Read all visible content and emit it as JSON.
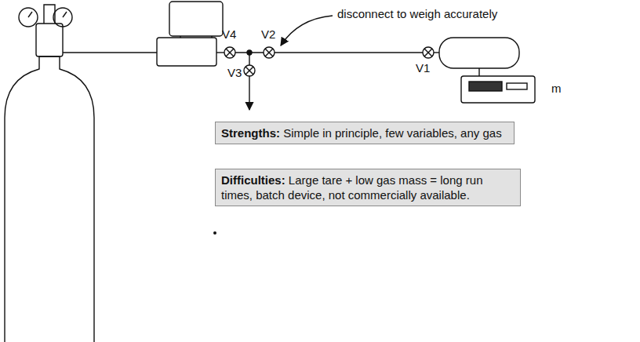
{
  "diagram": {
    "nodes": [
      {
        "text": [
          "Strengths:",
          "Simple in principle, few variables, any gas"
        ]
      },
      {
        "text": [
          "Difficulties:",
          "Large tare + low gas mass = long run times, batch device, not commercially available."
        ]
      }
    ],
    "labels": [
      "V4",
      "V2",
      "V3",
      "V1",
      "disconnect to weigh accurately",
      "m"
    ]
  }
}
